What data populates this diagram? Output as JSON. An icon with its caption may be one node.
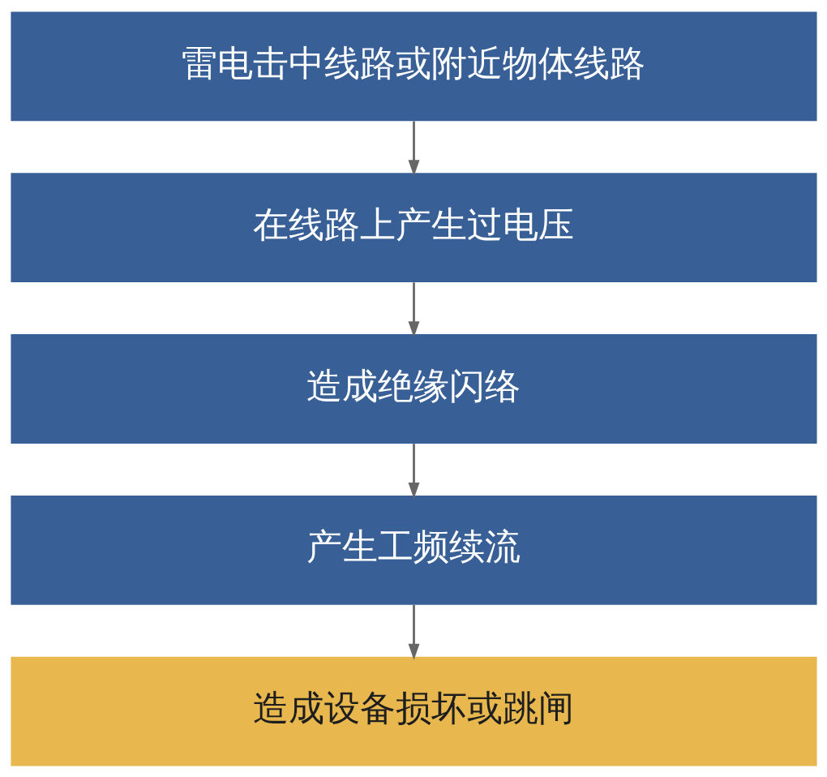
{
  "diagram": {
    "nodes": [
      {
        "text": [
          "雷电击中线路或附近物体线路"
        ]
      },
      {
        "text": [
          "在线路上产生过电压"
        ]
      },
      {
        "text": [
          "造成绝缘闪络"
        ]
      },
      {
        "text": [
          "产生工频续流"
        ]
      },
      {
        "text": [
          "造成设备损坏或跳闸"
        ]
      }
    ],
    "edges": [
      {
        "from": 0,
        "to": 1,
        "arrow": "to"
      },
      {
        "from": 1,
        "to": 2,
        "arrow": "to"
      },
      {
        "from": 2,
        "to": 3,
        "arrow": "to"
      },
      {
        "from": 3,
        "to": 4,
        "arrow": "to"
      }
    ]
  }
}
